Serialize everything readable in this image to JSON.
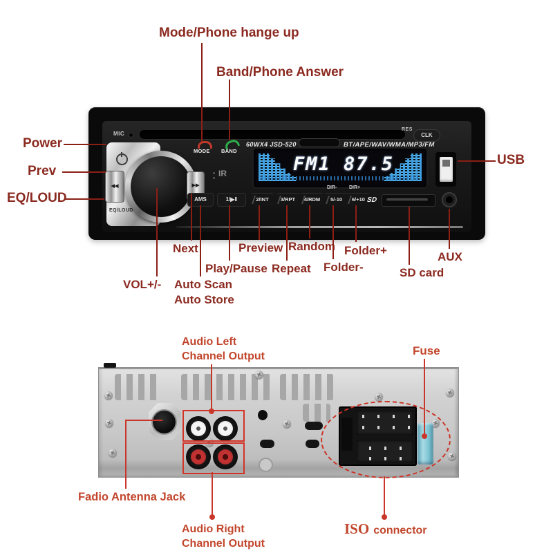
{
  "annotations": {
    "mode": "Mode/Phone hange up",
    "band": "Band/Phone Answer",
    "power": "Power",
    "prev": "Prev",
    "eq_loud": "EQ/LOUD",
    "usb": "USB",
    "next": "Next",
    "preview": "Preview",
    "random": "Random",
    "folder_plus": "Folder+",
    "play_pause": "Play/Pause",
    "repeat": "Repeat",
    "folder_minus": "Folder-",
    "vol": "VOL+/-",
    "auto_scan": "Auto Scan",
    "auto_store": "Auto Store",
    "sd_card": "SD card",
    "aux": "AUX"
  },
  "rear_annotations": {
    "audio_left_1": "Audio Left",
    "audio_left_2": "Channel Output",
    "fuse": "Fuse",
    "antenna": "Fadio Antenna Jack",
    "audio_right_1": "Audio Right",
    "audio_right_2": "Channel Output",
    "iso": "ISO",
    "iso_rest": "connector"
  },
  "device": {
    "mic": "MIC",
    "res": "RES",
    "clk": "CLK",
    "mode": "MODE",
    "band": "BAND",
    "ir": "IR",
    "ams": "AMS",
    "play": "1/▶‖",
    "eq": "EQ/LOUD",
    "model": "60WX4  JSD-520",
    "formats": "BT/APE/WAV/WMA/MP3/FM",
    "display_text": "FM1 87.5",
    "dir_minus": "DIR-",
    "dir_plus": "DIR+",
    "keys": [
      "2/INT",
      "3/RPT",
      "4/RDM",
      "5/-10",
      "6/+10"
    ],
    "sd_logo": "SD",
    "prev_glyph": "◀◀",
    "next_glyph": "▶▶"
  },
  "colors": {
    "front_label": "#8b2a20",
    "front_line": "#8b1f14",
    "rear_label": "#c2462c",
    "rear_line": "#c9362a",
    "display_blue": "#3f9fe0",
    "fuse_blue": "#7cc3d2"
  }
}
